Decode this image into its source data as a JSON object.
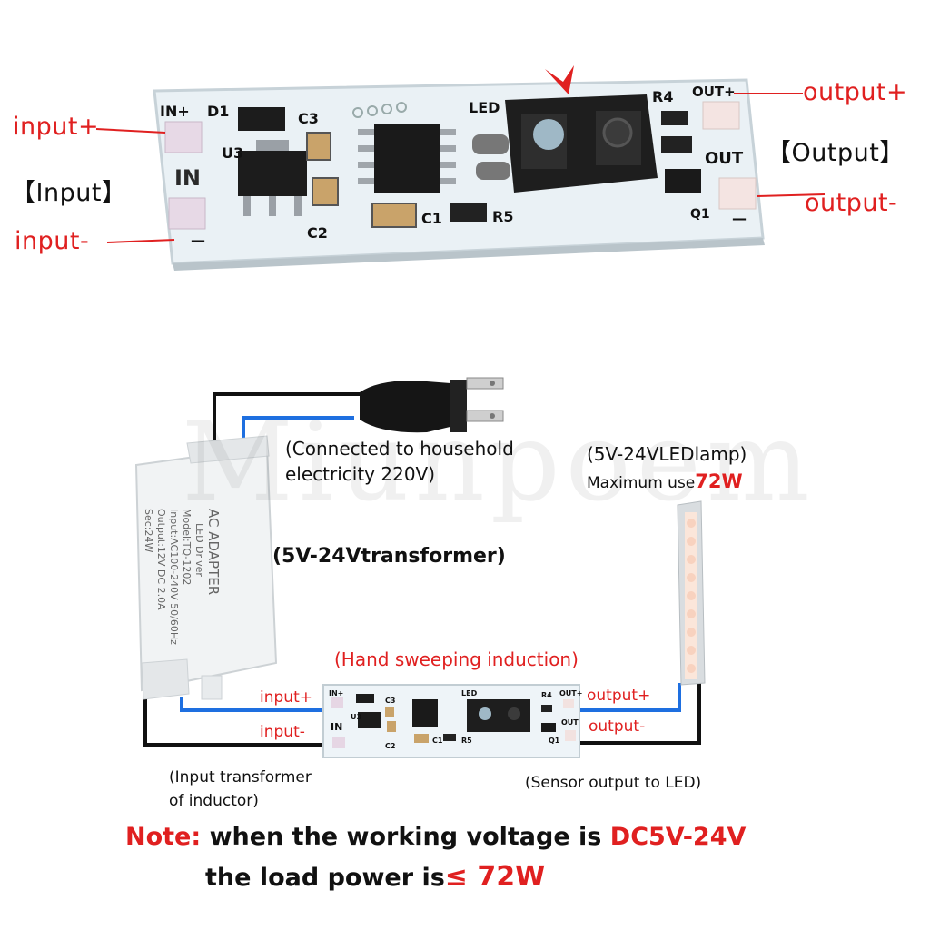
{
  "top": {
    "labels": {
      "input_plus": "input+",
      "input_minus": "input-",
      "input_box": "【Input】",
      "output_plus": "output+",
      "output_minus": "output-",
      "output_box": "【Output】"
    },
    "board": {
      "silk_in_plus": "IN+",
      "silk_in": "IN",
      "silk_minus": "—",
      "silk_d1": "D1",
      "silk_c3": "C3",
      "silk_u3": "U3",
      "silk_c2": "C2",
      "silk_c1": "C1",
      "silk_r5": "R5",
      "silk_led": "LED",
      "silk_r4": "R4",
      "silk_out_plus": "OUT+",
      "silk_out": "OUT",
      "silk_q1": "Q1",
      "silk_out_minus": "—"
    }
  },
  "bottom": {
    "plug_caption_1": "(Connected to household",
    "plug_caption_2": "electricity 220V)",
    "lamp_caption_1": "(5V-24VLEDlamp)",
    "lamp_caption_2_prefix": "Maximum use",
    "lamp_caption_2_value": "72W",
    "transformer_caption": "(5V-24Vtransformer)",
    "hand_sweep": "(Hand sweeping induction)",
    "input_plus": "input+",
    "input_minus": "input-",
    "output_plus": "output+",
    "output_minus": "output-",
    "input_note_1": "(Input transformer",
    "input_note_2": "of inductor)",
    "sensor_note": "(Sensor output to LED)",
    "adapter": {
      "title": "AC ADAPTER",
      "sub": "LED Driver",
      "model": "Model:TQ-1202",
      "input": "Input:AC100-240V 50/60Hz",
      "output": "Output:12V DC 2.0A",
      "sec": "Sec:24W"
    }
  },
  "note": {
    "prefix": "Note:",
    "line1_text": " when the working voltage is ",
    "line1_value": "DC5V-24V",
    "line2_text": "the load power is",
    "line2_value": "≤ 72W"
  },
  "watermark": "Miunpoem",
  "colors": {
    "red": "#e02020",
    "blue_wire": "#1e6fe0",
    "black_wire": "#111111",
    "pcb": "#eef4f8"
  }
}
